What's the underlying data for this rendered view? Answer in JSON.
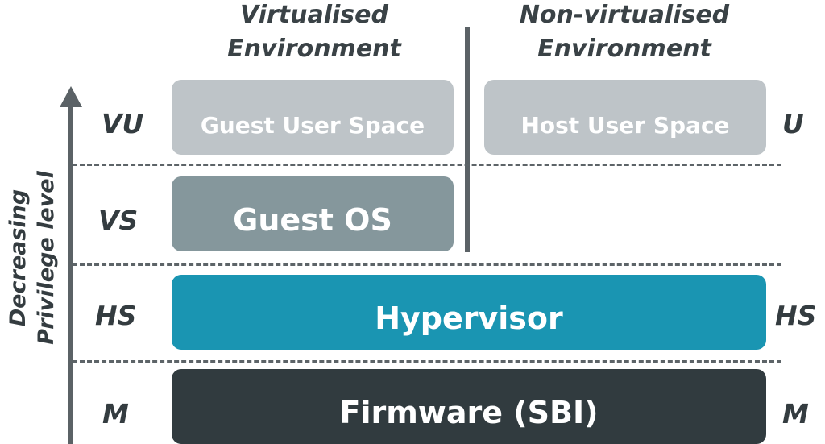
{
  "headers": {
    "virtualised": [
      "Virtualised",
      "Environment"
    ],
    "non_virtualised": [
      "Non-virtualised",
      "Environment"
    ]
  },
  "axis": {
    "label": [
      "Decreasing",
      "Privilege level"
    ]
  },
  "levels_left": [
    "VU",
    "VS",
    "HS",
    "M"
  ],
  "levels_right": [
    "U",
    "HS",
    "M"
  ],
  "boxes": {
    "guest_user_space": "Guest User Space",
    "host_user_space": "Host User Space",
    "guest_os": "Guest OS",
    "hypervisor": "Hypervisor",
    "firmware": "Firmware (SBI)"
  },
  "colors": {
    "user_space": "#bec4c8",
    "guest_os": "#85979c",
    "hypervisor": "#1a95b2",
    "firmware": "#313b3f"
  }
}
